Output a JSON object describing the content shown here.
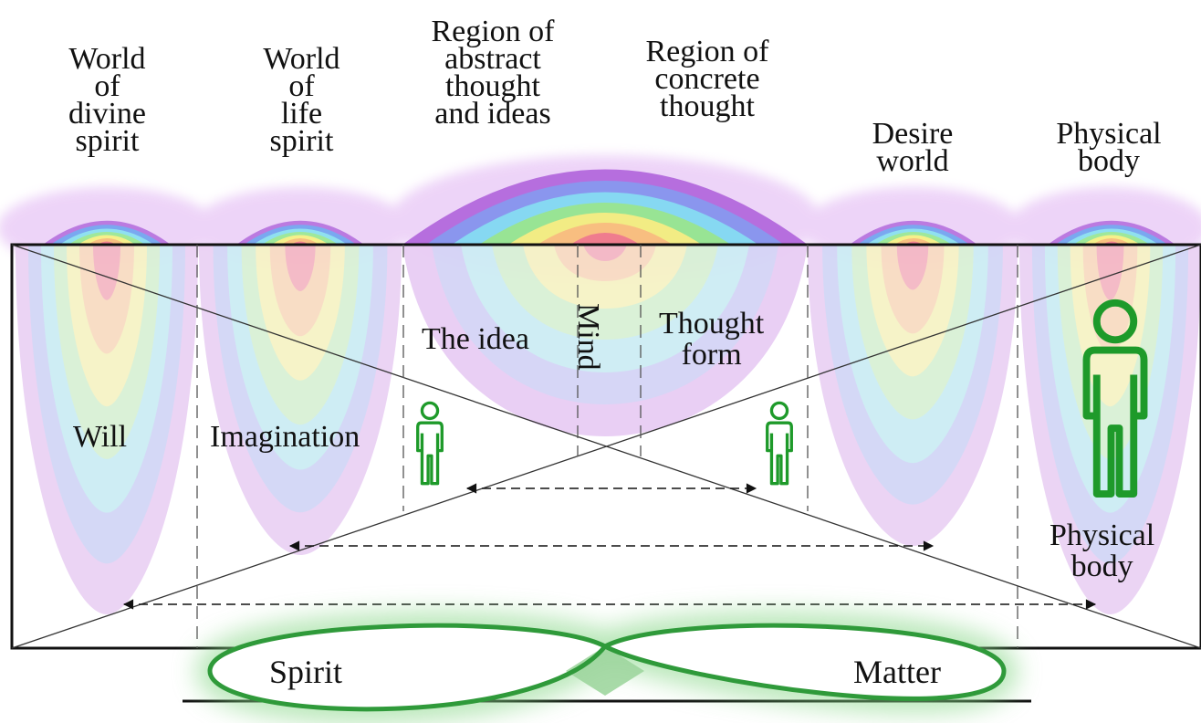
{
  "headers": [
    {
      "lines": [
        "World",
        "of",
        "divine",
        "spirit"
      ]
    },
    {
      "lines": [
        "World",
        "of",
        "life",
        "spirit"
      ]
    },
    {
      "lines": [
        "Region of",
        "abstract",
        "thought",
        "and ideas"
      ]
    },
    {
      "lines": [
        "Region of",
        "concrete",
        "thought"
      ]
    },
    {
      "lines": [
        "Desire",
        "world"
      ]
    },
    {
      "lines": [
        "Physical",
        "body"
      ]
    }
  ],
  "labels": {
    "will": "Will",
    "imagination": "Imagination",
    "the_idea": "The idea",
    "mind": "Mind",
    "thought_form": [
      "Thought",
      "form"
    ],
    "physical_body": [
      "Physical",
      "body"
    ]
  },
  "loop": {
    "spirit": "Spirit",
    "matter": "Matter"
  },
  "colors": {
    "figure_green": "#1e9a2a",
    "loop_green": "#2f9a3a",
    "glow_green": "#7ed47e"
  }
}
